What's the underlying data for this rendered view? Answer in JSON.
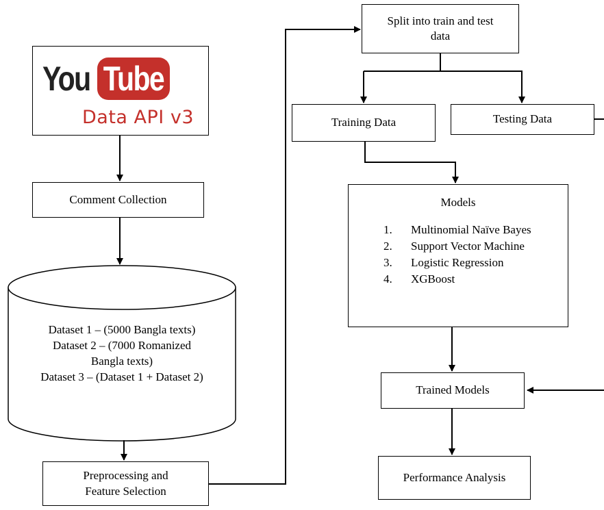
{
  "youtube": {
    "logo_you": "You",
    "logo_tube": "Tube",
    "api_label": "Data API v3",
    "colors": {
      "red": "#c4302b",
      "dark": "#222222"
    }
  },
  "nodes": {
    "comment_collection": "Comment Collection",
    "datasets": [
      "Dataset 1 – (5000 Bangla texts)",
      "Dataset 2 – (7000 Romanized",
      "Bangla texts)",
      "Dataset 3 – (Dataset 1 + Dataset 2)"
    ],
    "preprocessing": [
      "Preprocessing and",
      "Feature Selection"
    ],
    "split": [
      "Split into train and test",
      "data"
    ],
    "training_data": "Training Data",
    "testing_data": "Testing Data",
    "models_title": "Models",
    "models": [
      {
        "num": "1.",
        "name": "Multinomial Naïve Bayes"
      },
      {
        "num": "2.",
        "name": "Support Vector Machine"
      },
      {
        "num": "3.",
        "name": "Logistic Regression"
      },
      {
        "num": "4.",
        "name": "XGBoost"
      }
    ],
    "trained_models": "Trained Models",
    "performance_analysis": "Performance Analysis"
  }
}
